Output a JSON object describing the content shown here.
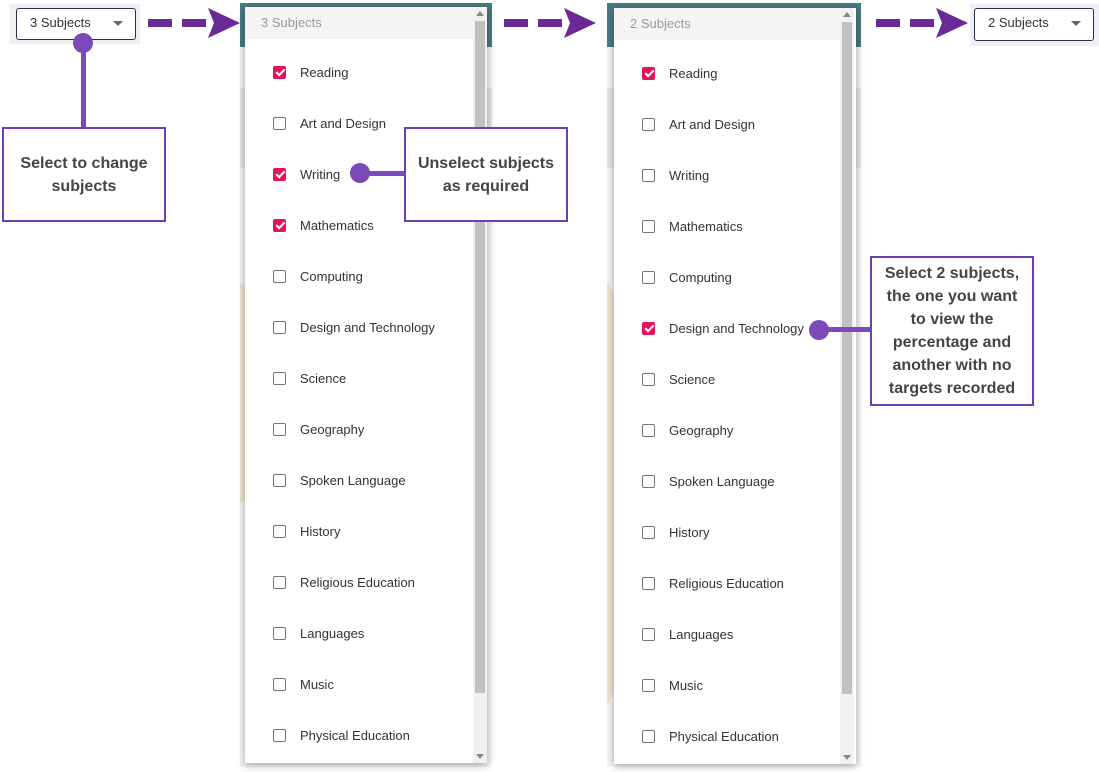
{
  "selects": {
    "before_label": "3 Subjects",
    "after_label": "2 Subjects"
  },
  "panel_left": {
    "header": "3 Subjects",
    "options": [
      {
        "label": "Reading",
        "checked": true
      },
      {
        "label": "Art and Design",
        "checked": false
      },
      {
        "label": "Writing",
        "checked": true
      },
      {
        "label": "Mathematics",
        "checked": true
      },
      {
        "label": "Computing",
        "checked": false
      },
      {
        "label": "Design and Technology",
        "checked": false
      },
      {
        "label": "Science",
        "checked": false
      },
      {
        "label": "Geography",
        "checked": false
      },
      {
        "label": "Spoken Language",
        "checked": false
      },
      {
        "label": "History",
        "checked": false
      },
      {
        "label": "Religious Education",
        "checked": false
      },
      {
        "label": "Languages",
        "checked": false
      },
      {
        "label": "Music",
        "checked": false
      },
      {
        "label": "Physical Education",
        "checked": false
      }
    ]
  },
  "panel_right": {
    "header": "2 Subjects",
    "options": [
      {
        "label": "Reading",
        "checked": true
      },
      {
        "label": "Art and Design",
        "checked": false
      },
      {
        "label": "Writing",
        "checked": false
      },
      {
        "label": "Mathematics",
        "checked": false
      },
      {
        "label": "Computing",
        "checked": false
      },
      {
        "label": "Design and Technology",
        "checked": true
      },
      {
        "label": "Science",
        "checked": false
      },
      {
        "label": "Geography",
        "checked": false
      },
      {
        "label": "Spoken Language",
        "checked": false
      },
      {
        "label": "History",
        "checked": false
      },
      {
        "label": "Religious Education",
        "checked": false
      },
      {
        "label": "Languages",
        "checked": false
      },
      {
        "label": "Music",
        "checked": false
      },
      {
        "label": "Physical Education",
        "checked": false
      }
    ]
  },
  "callouts": {
    "change": "Select to change subjects",
    "unselect": "Unselect subjects as required",
    "select_two": "Select 2 subjects, the one you want to view the percentage and another with no targets recorded"
  },
  "colors": {
    "accent": "#7b4ab8",
    "check": "#e6135a",
    "arrow": "#6a2a96"
  }
}
